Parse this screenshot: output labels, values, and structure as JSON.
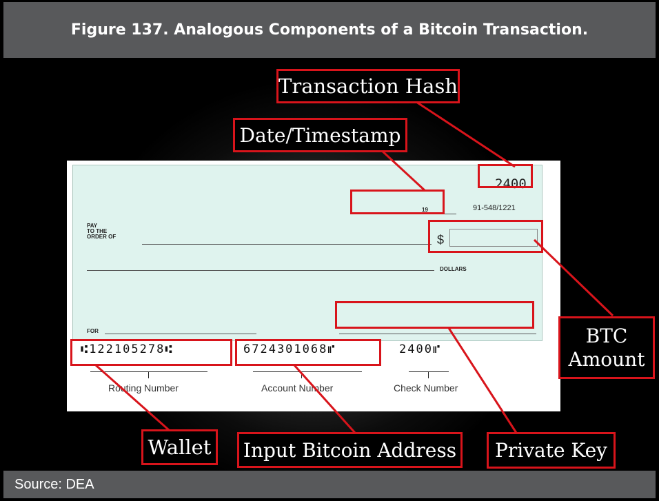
{
  "figure": {
    "title": "Figure 137. Analogous Components of a Bitcoin Transaction.",
    "source": "Source:  DEA"
  },
  "check": {
    "check_number": "2400",
    "date_suffix": "19",
    "routing_fraction": "91-548/1221",
    "pay_to_label": "PAY\nTO THE\nORDER OF",
    "dollar_sign": "$",
    "dollars_label": "DOLLARS",
    "for_label": "FOR",
    "micr_routing": "⑆122105278⑆",
    "micr_account": "6724301068⑈",
    "micr_check": "2400⑈",
    "caption_routing": "Routing Number",
    "caption_account": "Account Number",
    "caption_check": "Check Number"
  },
  "labels": {
    "transaction_hash": "Transaction Hash",
    "date_timestamp": "Date/Timestamp",
    "btc_amount": "BTC\nAmount",
    "wallet": "Wallet",
    "input_address": "Input Bitcoin Address",
    "private_key": "Private Key"
  },
  "colors": {
    "highlight": "#d8141b",
    "header_bg": "#58595b",
    "check_bg": "#dff3ee"
  }
}
